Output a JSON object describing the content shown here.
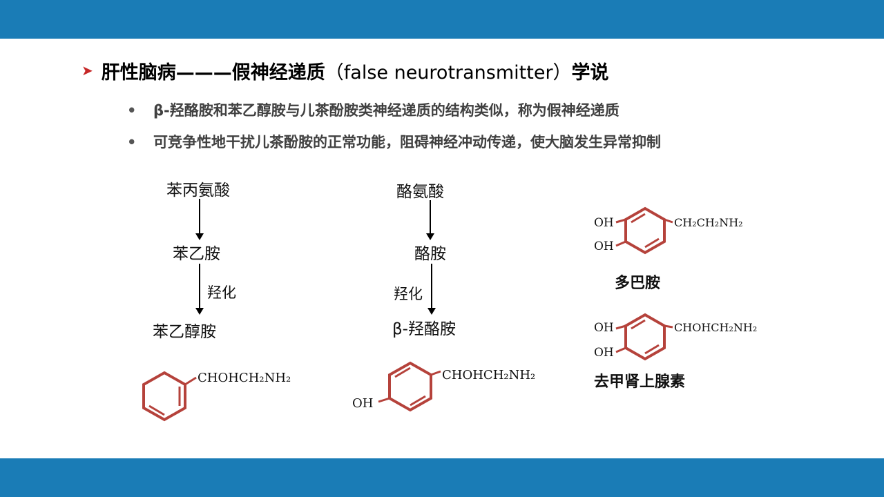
{
  "title": {
    "main": "肝性脑病———假神经递质",
    "paren": "（false neurotransmitter）",
    "suffix": "学说"
  },
  "bullets": [
    "β-羟酪胺和苯乙醇胺与儿茶酚胺类神经递质的结构类似，称为假神经递质",
    "可竞争性地干扰儿茶酚胺的正常功能，阻碍神经冲动传递，使大脑发生异常抑制"
  ],
  "pathway_left": {
    "step1": "苯丙氨酸",
    "step2": "苯乙胺",
    "step_label": "羟化",
    "step3": "苯乙醇胺",
    "formula": "CHOHCH₂NH₂"
  },
  "pathway_middle": {
    "step1": "酪氨酸",
    "step2": "酪胺",
    "step_label": "羟化",
    "step3": "β-羟酪胺",
    "formula": "CHOHCH₂NH₂",
    "oh": "OH"
  },
  "right_structures": {
    "dopamine": {
      "oh1": "OH",
      "oh2": "OH",
      "formula": "CH₂CH₂NH₂",
      "name": "多巴胺"
    },
    "norepinephrine": {
      "oh1": "OH",
      "oh2": "OH",
      "formula": "CHOHCH₂NH₂",
      "name": "去甲肾上腺素"
    }
  },
  "colors": {
    "band": "#1a7cb6",
    "arrow_bullet": "#c62828",
    "ring": "#b5423b"
  }
}
